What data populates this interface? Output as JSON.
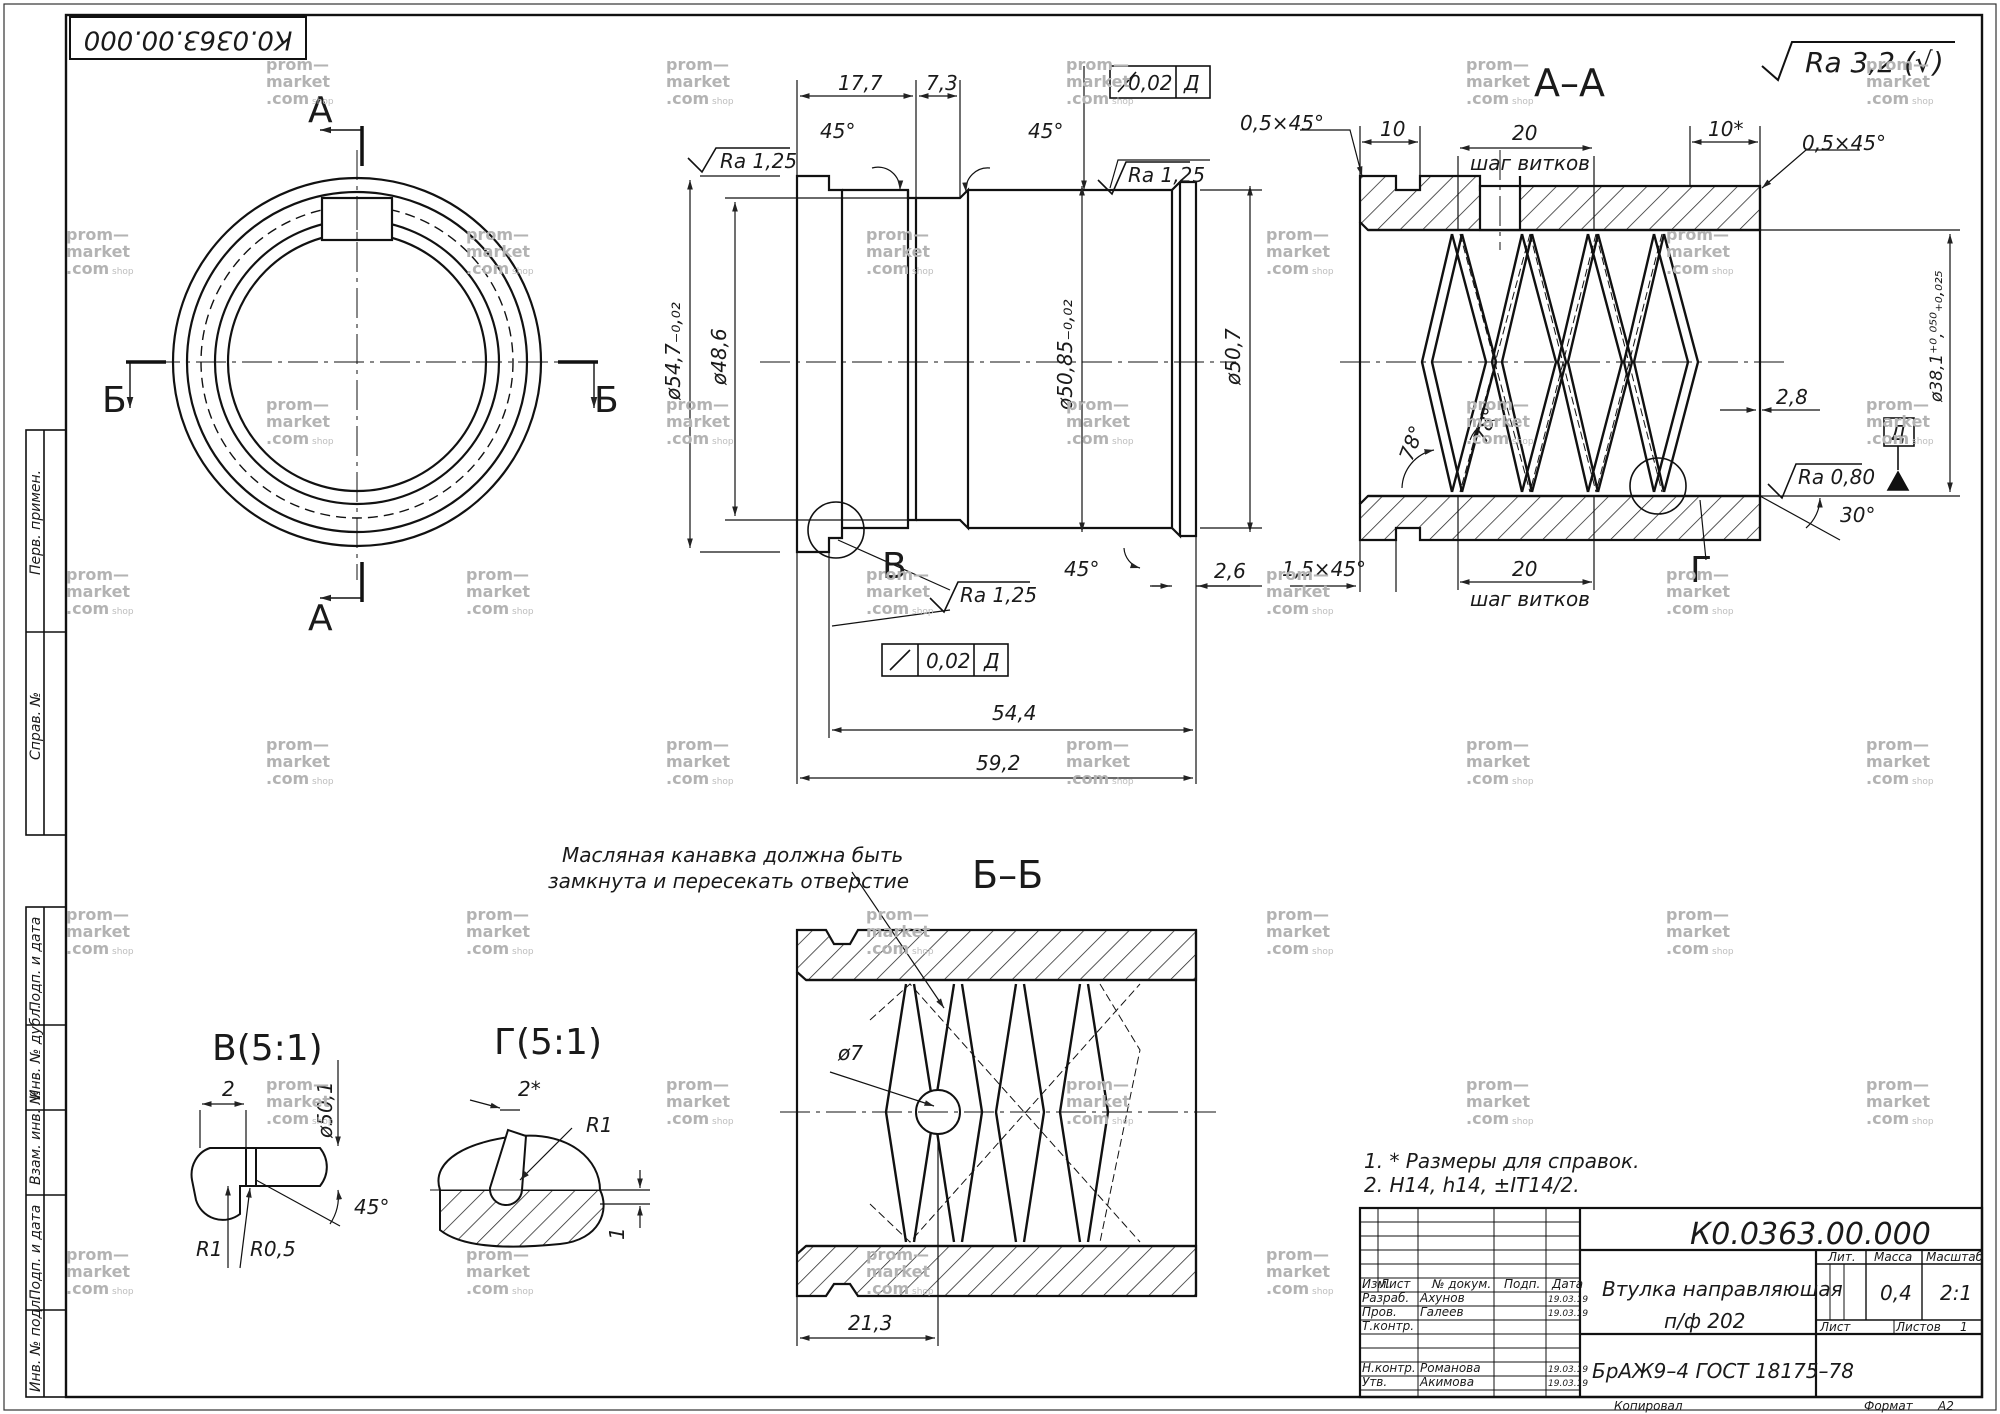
{
  "drawing": {
    "number_stamp": "К0.0363.00.000",
    "surface_finish_general": "Ra 3,2 (√)",
    "views": {
      "section_a_a": "А–А",
      "section_b_b": "Б–Б",
      "detail_v": "В(5:1)",
      "detail_g": "Г(5:1)",
      "marker_a": "А",
      "marker_b": "Б",
      "marker_v": "В",
      "marker_g": "Г",
      "datum_d": "Д"
    },
    "dimensions": {
      "d1": "17,7",
      "d2": "7,3",
      "d3": "45°",
      "d4": "45°",
      "d5": "ø54,7₋₀,₀₂",
      "d6": "ø48,6",
      "d7": "ø50,85₋₀,₀₂",
      "d8": "ø50,7",
      "d9": "45°",
      "d10": "2,6",
      "d11": "54,4",
      "d12": "59,2",
      "d13": "0,5×45°",
      "d14": "10",
      "d15": "20",
      "d16": "10*",
      "d17": "0,5×45°",
      "d18": "шаг витков",
      "d19": "78°",
      "d20": "78°",
      "d21": "2,8",
      "d22": "ø38,1⁺⁰,⁰⁵⁰₊₀,₀₂₅",
      "d23": "30°",
      "d24": "1,5×45°",
      "d25": "20",
      "d26": "шаг витков",
      "d27": "ø7",
      "d28": "21,3",
      "d29": "2",
      "d30": "ø50,1",
      "d31": "45°",
      "d32": "R1",
      "d33": "R0,5",
      "d34": "2*",
      "d35": "R1",
      "d36": "1"
    },
    "roughness": {
      "r1": "Ra 1,25",
      "r2": "Ra 1,25",
      "r3": "Ra 1,25",
      "r4": "Ra 0,80"
    },
    "tolerances": {
      "t1_value": "0,02",
      "t1_datum": "Д",
      "t2_value": "0,02",
      "t2_datum": "Д"
    },
    "note_oil_groove_1": "Масляная канавка должна быть",
    "note_oil_groove_2": "замкнута и пересекать отверстие",
    "notes": [
      "1. * Размеры для справок.",
      "2. H14, h14, ±IT14/2."
    ],
    "side_labels": [
      "Перв. примен.",
      "Справ. №",
      "Подп. и дата",
      "Инв. № дубл.",
      "Взам. инв. №",
      "Подп. и дата",
      "Инв. № подл."
    ]
  },
  "title_block": {
    "designation": "К0.0363.00.000",
    "name_1": "Втулка направляющая",
    "name_2": "п/ф 202",
    "material": "БрАЖ9–4 ГОСТ 18175–78",
    "headers": [
      "Изм.",
      "Лист",
      "№ докум.",
      "Подп.",
      "Дата"
    ],
    "rows": [
      {
        "role": "Разраб.",
        "name": "Ахунов",
        "date": "19.03.19"
      },
      {
        "role": "Пров.",
        "name": "Галеев",
        "date": "19.03.19"
      },
      {
        "role": "Т.контр.",
        "name": "",
        "date": ""
      },
      {
        "role": "Н.контр.",
        "name": "Романова",
        "date": "19.03.19"
      },
      {
        "role": "Утв.",
        "name": "Акимова",
        "date": "19.03.19"
      }
    ],
    "lit_label": "Лит.",
    "mass_label": "Масса",
    "scale_label": "Масштаб",
    "mass": "0,4",
    "scale": "2:1",
    "sheet_label": "Лист",
    "sheets_label": "Листов",
    "sheets": "1",
    "copied_label": "Копировал",
    "format_label": "Формат",
    "format": "А2"
  },
  "watermark": {
    "line1": "prom—",
    "line2": "market",
    "line3": ".com",
    "suffix": "shop"
  }
}
